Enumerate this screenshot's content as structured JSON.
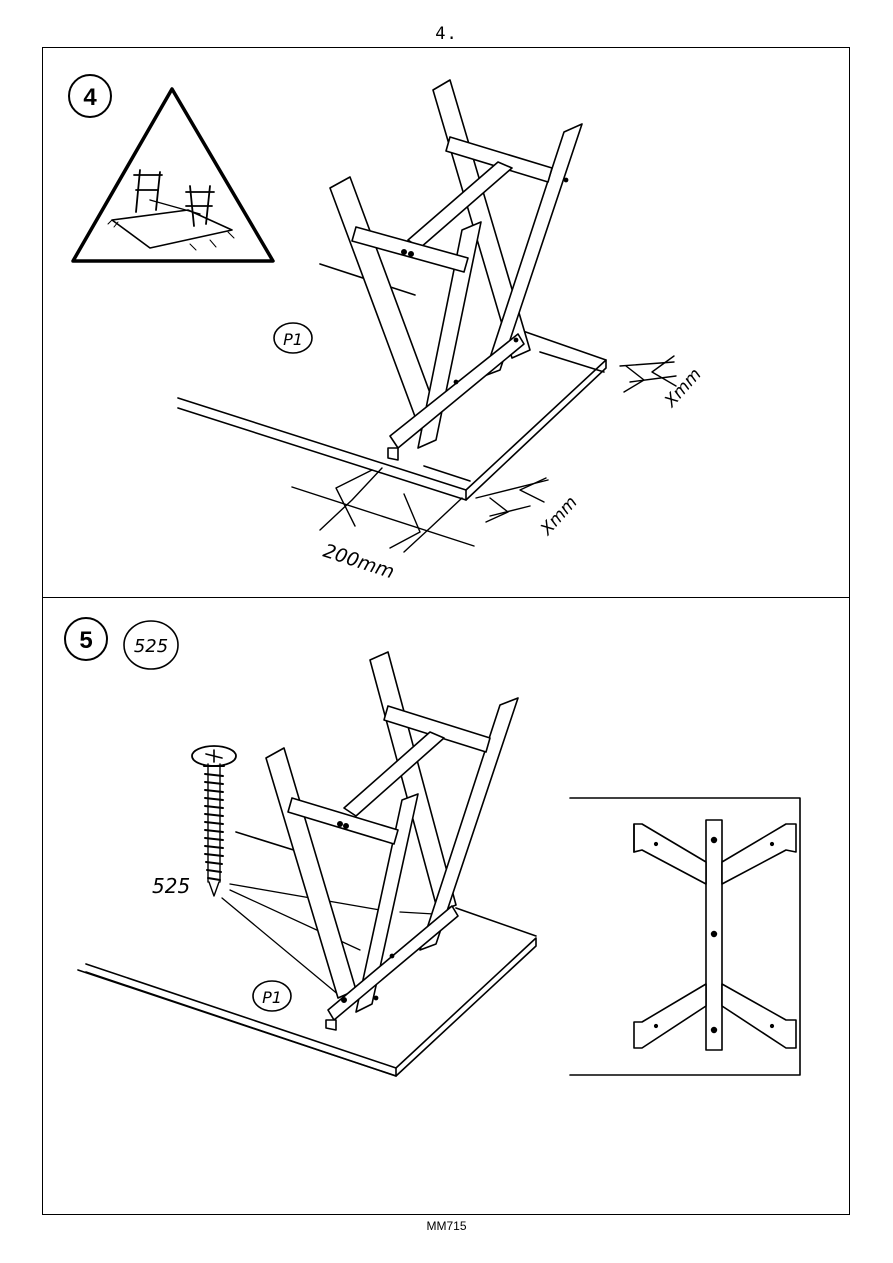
{
  "page": {
    "number": "4.",
    "footer": "MM715"
  },
  "step4": {
    "step_number": "4",
    "part_label": "P1",
    "dim_offset_a": "Xmm",
    "dim_offset_b": "Xmm",
    "dim_length": "200mm"
  },
  "step5": {
    "step_number": "5",
    "screw_code_badge": "525",
    "screw_callout": "525",
    "part_label": "P1"
  }
}
